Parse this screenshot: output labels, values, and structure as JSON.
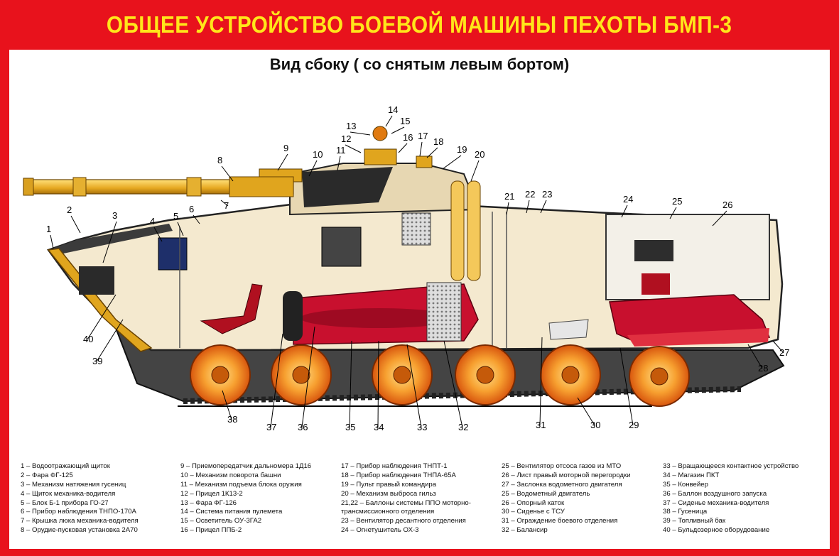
{
  "title": "ОБЩЕЕ УСТРОЙСТВО БОЕВОЙ МАШИНЫ ПЕХОТЫ БМП-3",
  "subtitle": "Вид сбоку ( со снятым левым бортом)",
  "callout_numbers": [
    "1",
    "2",
    "3",
    "4",
    "5",
    "6",
    "7",
    "8",
    "9",
    "10",
    "11",
    "12",
    "13",
    "14",
    "15",
    "16",
    "17",
    "18",
    "19",
    "20",
    "21",
    "22",
    "23",
    "24",
    "25",
    "26",
    "27",
    "28",
    "29",
    "30",
    "31",
    "32",
    "33",
    "34",
    "35",
    "36",
    "37",
    "38",
    "39",
    "40"
  ],
  "legend": {
    "col1": [
      "1 – Водоотражающий щиток",
      "2 – Фара ФГ-125",
      "3 – Механизм натяжения гусениц",
      "4 – Щиток механика-водителя",
      "5 – Блок Б-1 прибора ГО-27",
      "6 – Прибор наблюдения ТНПО-170А",
      "7 – Крышка люка механика-водителя",
      "8 – Орудие-пусковая установка 2А70"
    ],
    "col2": [
      "9 – Приемопередатчик дальномера 1Д16",
      "10 – Механизм поворота башни",
      "11 – Механизм подъема блока оружия",
      "12 – Прицел 1К13-2",
      "13 – Фара ФГ-126",
      "14 – Система питания пулемета",
      "15 – Осветитель ОУ-3ГА2",
      "16 – Прицел ППБ-2"
    ],
    "col3": [
      "17 – Прибор наблюдения ТНПТ-1",
      "18 – Прибор наблюдения ТНПА-65А",
      "19 – Пульт правый командира",
      "20 – Механизм выброса гильз",
      "21,22 – Баллоны системы ППО моторно-",
      "трансмиссионного отделения",
      "23 – Вентилятор десантного отделения",
      "24 – Огнетушитель ОХ-3"
    ],
    "col4": [
      "25 – Вентилятор отсоса газов из МТО",
      "26 – Лист правый моторной перегородки",
      "27 – Заслонка водометного двигателя",
      "25 – Водометный двигатель",
      "26 – Опорный каток",
      "30 – Сиденье с ТСУ",
      "31 – Ограждение боевого отделения",
      "32 – Балансир"
    ],
    "col5": [
      "33 – Вращающееся контактное устройство",
      "34 – Магазин ПКТ",
      "35 – Конвейер",
      "36 – Баллон воздушного запуска",
      "37 – Сиденье механика-водителя",
      "38 – Гусеница",
      "39 – Топливный бак",
      "40 – Бульдозерное оборудование"
    ]
  },
  "colors": {
    "background": "#e8121c",
    "title": "#ffe61a",
    "panel": "#ffffff",
    "wheel": "#f08a1a",
    "hull_red": "#c8102e",
    "barrel": "#f2c230"
  }
}
